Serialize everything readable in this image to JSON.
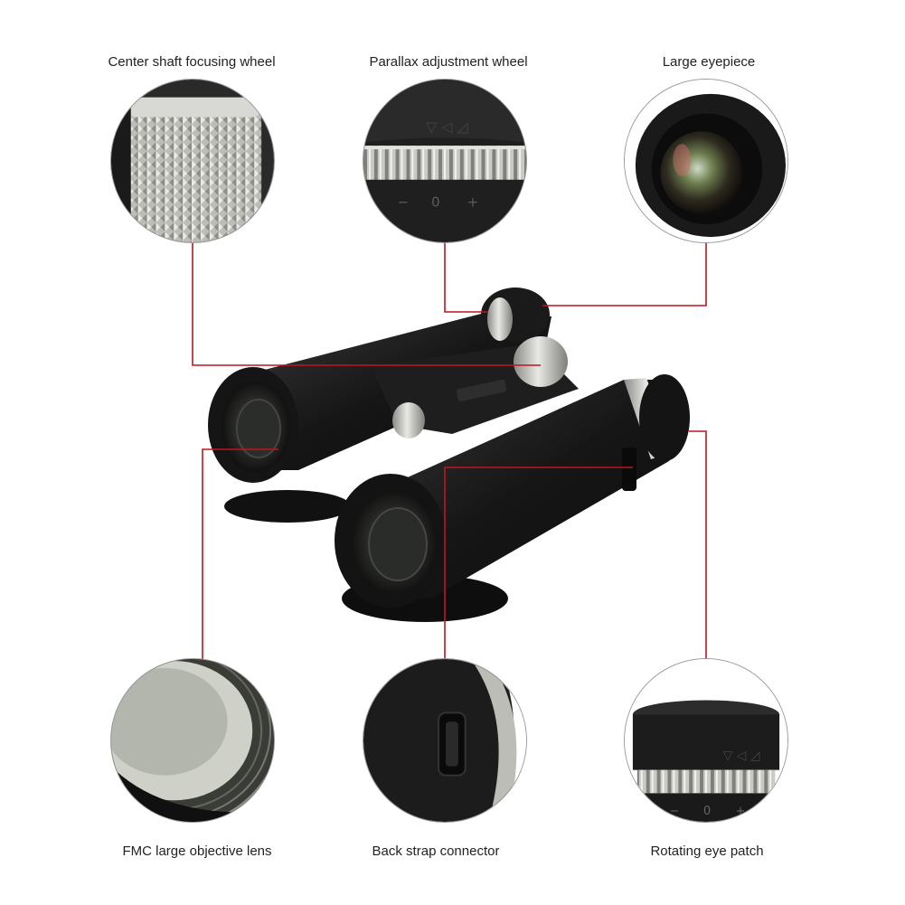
{
  "labels": {
    "center_shaft": "Center shaft focusing wheel",
    "parallax": "Parallax adjustment wheel",
    "eyepiece": "Large eyepiece",
    "objective": "FMC large objective lens",
    "strap": "Back strap connector",
    "eye_patch": "Rotating eye patch"
  },
  "scale_marks": {
    "minus": "−",
    "zero": "0",
    "plus": "+"
  },
  "colors": {
    "callout_line": "#c0151d",
    "body": "#1a1a1a",
    "circle_border": "#9a9a9a",
    "silver": "#c8c8c4"
  },
  "icons": {
    "product": "binoculars-icon"
  }
}
